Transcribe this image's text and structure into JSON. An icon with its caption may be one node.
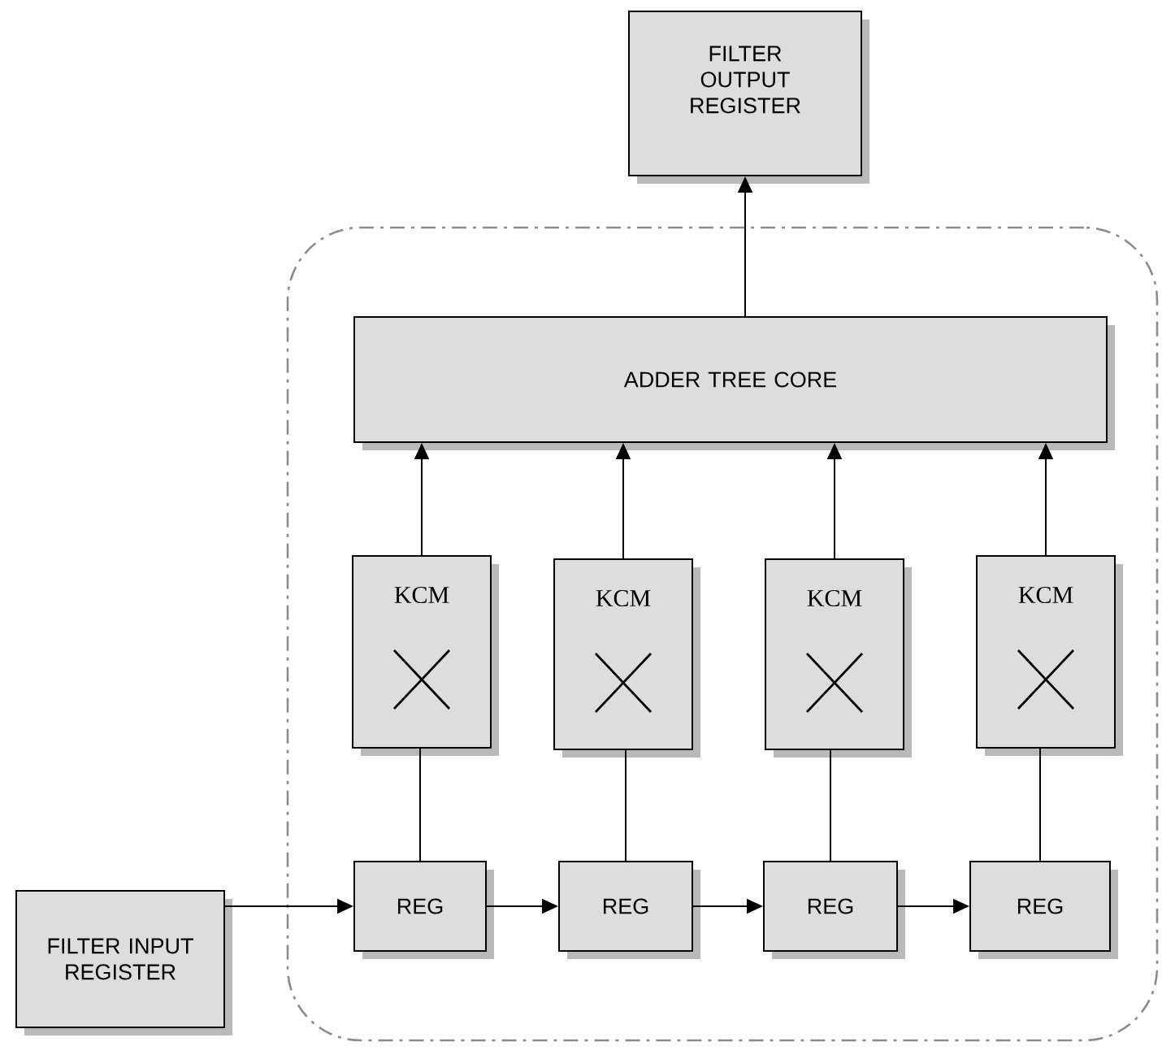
{
  "diagram": {
    "nodes": [
      {
        "text": [
          "FILTER OUTPUT REGISTER"
        ]
      },
      {
        "text": [],
        "shape": "box"
      },
      {
        "text": [
          "ADDER TREE CORE"
        ],
        "in": 1
      },
      {
        "text": [
          "KCM"
        ],
        "in": 1
      },
      {
        "text": [
          "KCM"
        ],
        "in": 1
      },
      {
        "text": [
          "KCM"
        ],
        "in": 1
      },
      {
        "text": [
          "KCM"
        ],
        "in": 1
      },
      {
        "text": [
          "FILTER INPUT REGISTER"
        ]
      },
      {
        "text": [
          "REG"
        ],
        "in": 1
      },
      {
        "text": [
          "REG"
        ],
        "in": 1
      },
      {
        "text": [
          "REG"
        ],
        "in": 1
      },
      {
        "text": [
          "REG"
        ],
        "in": 1
      }
    ],
    "edges": [
      {
        "from": 2,
        "to": 0,
        "arrow": "to"
      },
      {
        "from": 3,
        "to": 2,
        "arrow": "to"
      },
      {
        "from": 4,
        "to": 2,
        "arrow": "to"
      },
      {
        "from": 5,
        "to": 2,
        "arrow": "to"
      },
      {
        "from": 6,
        "to": 2,
        "arrow": "to"
      },
      {
        "from": 8,
        "to": 3,
        "arrow": "none"
      },
      {
        "from": 9,
        "to": 4,
        "arrow": "none"
      },
      {
        "from": 10,
        "to": 5,
        "arrow": "none"
      },
      {
        "from": 11,
        "to": 6,
        "arrow": "none"
      },
      {
        "from": 7,
        "to": 8,
        "arrow": "to"
      },
      {
        "from": 8,
        "to": 9,
        "arrow": "to"
      },
      {
        "from": 9,
        "to": 10,
        "arrow": "to"
      },
      {
        "from": 10,
        "to": 11,
        "arrow": "to"
      }
    ]
  }
}
